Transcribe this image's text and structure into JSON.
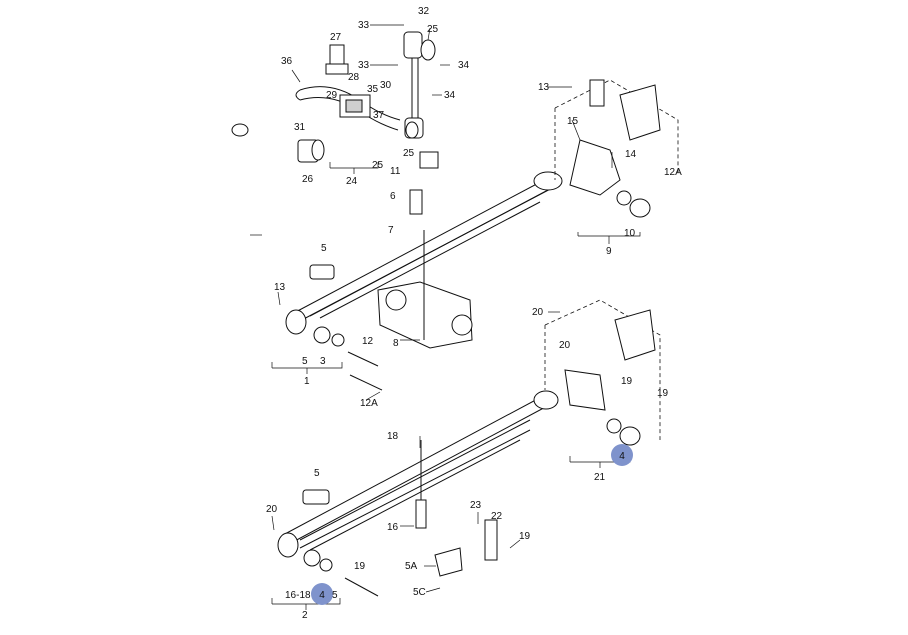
{
  "callouts": {
    "c32": "32",
    "c33a": "33",
    "c25a": "25",
    "c34a": "34",
    "c27": "27",
    "c36": "36",
    "c33b": "33",
    "c28": "28",
    "c30": "30",
    "c35": "35",
    "c34b": "34",
    "c29": "29",
    "c37": "37",
    "c31": "31",
    "c25b": "25",
    "c11": "11",
    "c26": "26",
    "c24": "24",
    "c25c": "25",
    "c6": "6",
    "c7": "7",
    "c5a": "5",
    "c13a": "13",
    "c8": "8",
    "c5b": "5",
    "c3": "3",
    "c1": "1",
    "c12": "12",
    "c12A": "12A",
    "c13b": "13",
    "c15": "15",
    "c14": "14",
    "c12Ab": "12A",
    "c10": "10",
    "c9": "9",
    "c20a": "20",
    "c20b": "20",
    "c19a": "19",
    "c19b": "19",
    "c21": "21",
    "c18": "18",
    "c16a": "16",
    "c5c": "5",
    "c20c": "20",
    "c23": "23",
    "c22": "22",
    "c19c": "19",
    "c19d": "19",
    "c5A": "5A",
    "c5C": "5C",
    "c1618": "16-18",
    "c5d": "5",
    "c2": "2"
  },
  "highlights": {
    "h1": "4",
    "h2": "4"
  },
  "colors": {
    "highlight": "#7f93cc",
    "ink": "#111111"
  }
}
